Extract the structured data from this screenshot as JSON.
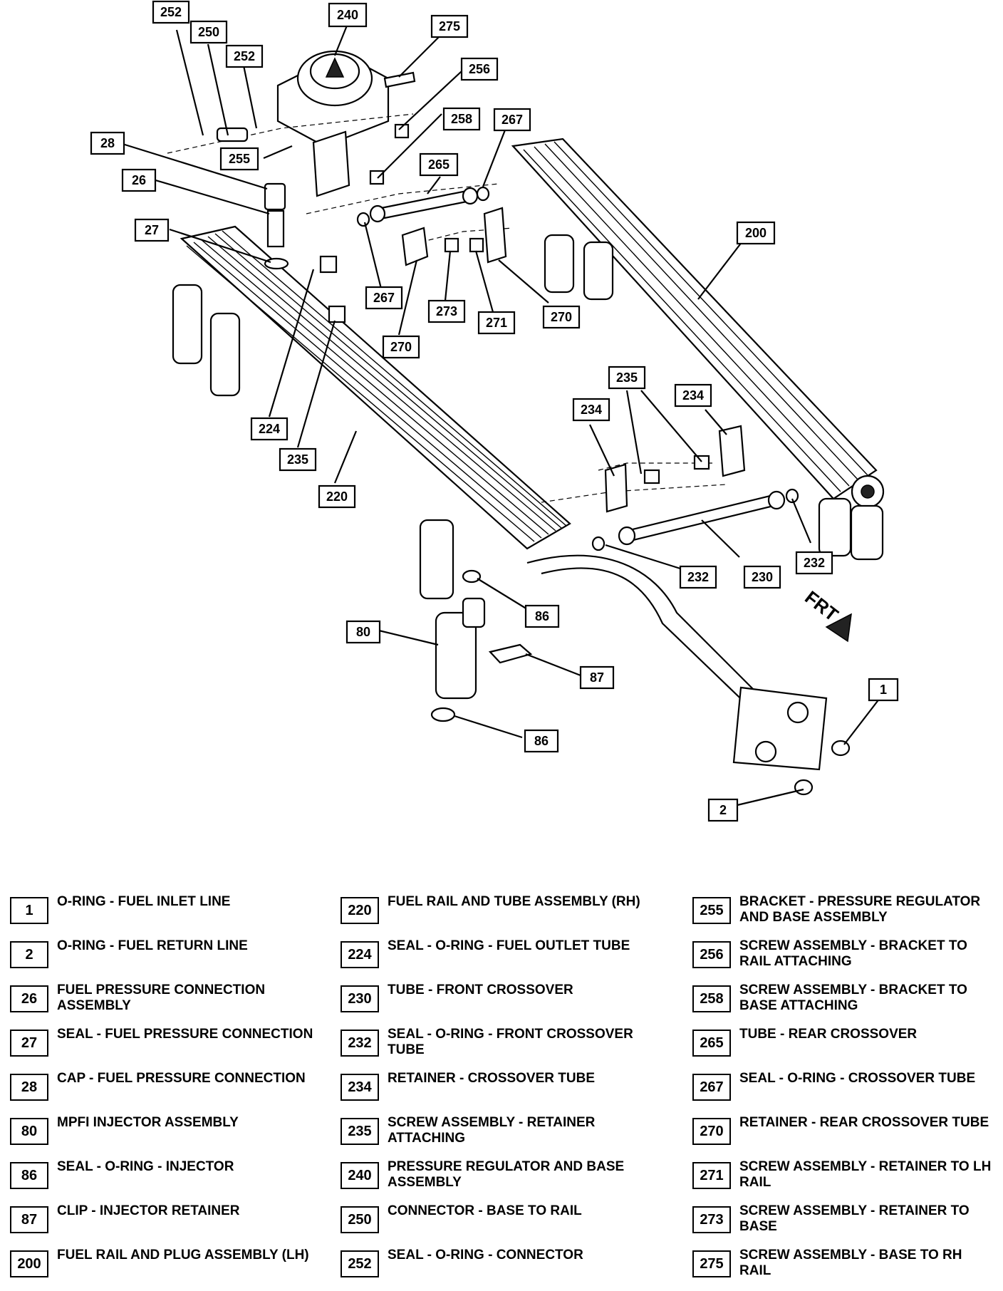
{
  "direction_label": "FRT",
  "callouts": [
    {
      "label": "252"
    },
    {
      "label": "250"
    },
    {
      "label": "252"
    },
    {
      "label": "240"
    },
    {
      "label": "275"
    },
    {
      "label": "256"
    },
    {
      "label": "258"
    },
    {
      "label": "267"
    },
    {
      "label": "28"
    },
    {
      "label": "26"
    },
    {
      "label": "255"
    },
    {
      "label": "265"
    },
    {
      "label": "27"
    },
    {
      "label": "267"
    },
    {
      "label": "273"
    },
    {
      "label": "271"
    },
    {
      "label": "270"
    },
    {
      "label": "270"
    },
    {
      "label": "200"
    },
    {
      "label": "224"
    },
    {
      "label": "235"
    },
    {
      "label": "220"
    },
    {
      "label": "235"
    },
    {
      "label": "234"
    },
    {
      "label": "234"
    },
    {
      "label": "232"
    },
    {
      "label": "230"
    },
    {
      "label": "232"
    },
    {
      "label": "86"
    },
    {
      "label": "80"
    },
    {
      "label": "87"
    },
    {
      "label": "86"
    },
    {
      "label": "1"
    },
    {
      "label": "2"
    }
  ],
  "legend": [
    {
      "num": "1",
      "text": "O-RING - FUEL INLET LINE"
    },
    {
      "num": "2",
      "text": "O-RING - FUEL RETURN LINE"
    },
    {
      "num": "26",
      "text": "FUEL PRESSURE CONNECTION ASSEMBLY"
    },
    {
      "num": "27",
      "text": "SEAL - FUEL PRESSURE CONNECTION"
    },
    {
      "num": "28",
      "text": "CAP - FUEL PRESSURE CONNECTION"
    },
    {
      "num": "80",
      "text": "MPFI INJECTOR ASSEMBLY"
    },
    {
      "num": "86",
      "text": "SEAL - O-RING - INJECTOR"
    },
    {
      "num": "87",
      "text": "CLIP - INJECTOR RETAINER"
    },
    {
      "num": "200",
      "text": "FUEL RAIL AND PLUG ASSEMBLY (LH)"
    },
    {
      "num": "220",
      "text": "FUEL RAIL AND TUBE ASSEMBLY (RH)"
    },
    {
      "num": "224",
      "text": "SEAL - O-RING - FUEL OUTLET TUBE"
    },
    {
      "num": "230",
      "text": "TUBE - FRONT CROSSOVER"
    },
    {
      "num": "232",
      "text": "SEAL - O-RING - FRONT CROSSOVER TUBE"
    },
    {
      "num": "234",
      "text": "RETAINER - CROSSOVER TUBE"
    },
    {
      "num": "235",
      "text": "SCREW ASSEMBLY - RETAINER ATTACHING"
    },
    {
      "num": "240",
      "text": "PRESSURE REGULATOR AND BASE ASSEMBLY"
    },
    {
      "num": "250",
      "text": "CONNECTOR - BASE TO RAIL"
    },
    {
      "num": "252",
      "text": "SEAL - O-RING - CONNECTOR"
    },
    {
      "num": "255",
      "text": "BRACKET - PRESSURE REGULATOR AND BASE ASSEMBLY"
    },
    {
      "num": "256",
      "text": "SCREW ASSEMBLY - BRACKET TO RAIL ATTACHING"
    },
    {
      "num": "258",
      "text": "SCREW ASSEMBLY - BRACKET TO BASE ATTACHING"
    },
    {
      "num": "265",
      "text": "TUBE - REAR CROSSOVER"
    },
    {
      "num": "267",
      "text": "SEAL - O-RING - CROSSOVER TUBE"
    },
    {
      "num": "270",
      "text": "RETAINER - REAR CROSSOVER TUBE"
    },
    {
      "num": "271",
      "text": "SCREW ASSEMBLY - RETAINER TO LH RAIL"
    },
    {
      "num": "273",
      "text": "SCREW ASSEMBLY - RETAINER TO BASE"
    },
    {
      "num": "275",
      "text": "SCREW ASSEMBLY - BASE TO RH RAIL"
    }
  ]
}
